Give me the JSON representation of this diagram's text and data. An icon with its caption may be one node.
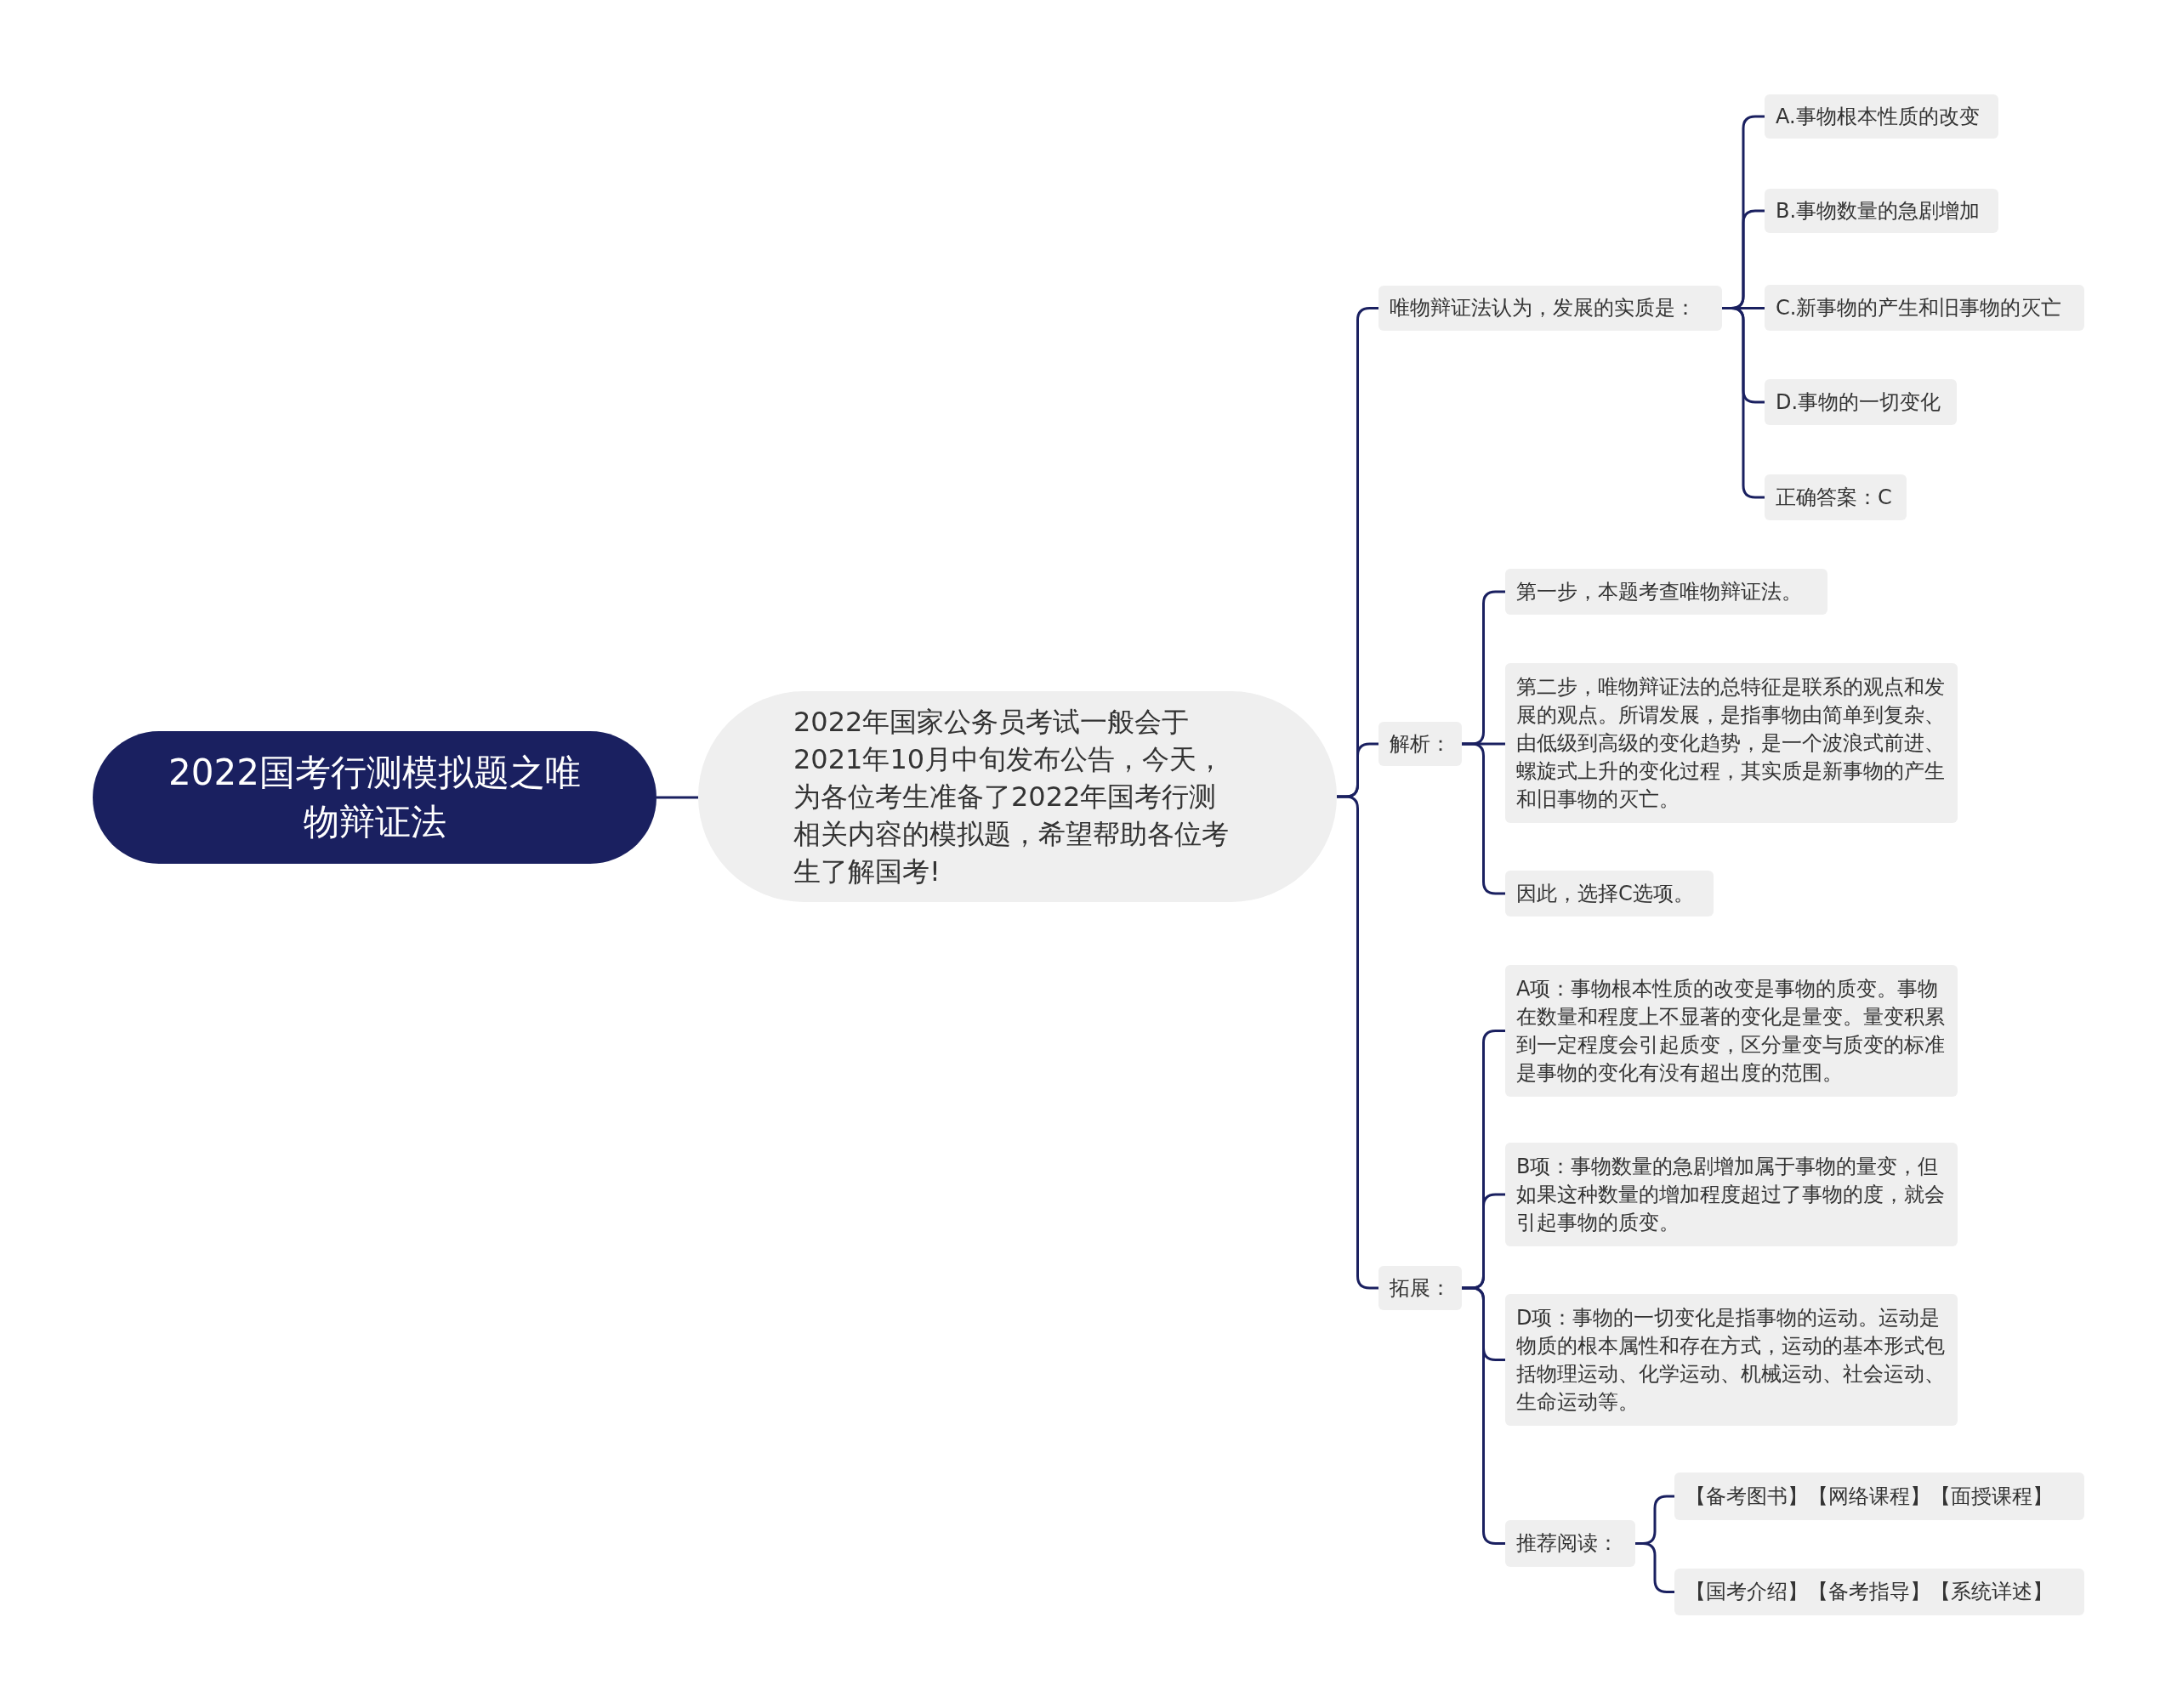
{
  "diagram": {
    "nodes": [
      {
        "text": [
          "2022国考行测模拟题之唯物辩证法"
        ]
      },
      {
        "text": [
          "2022年国家公务员考试一般会于2021年10月中旬发布公告，今天，为各位考生准备了2022年国考行测相关内容的模拟题，希望帮助各位考生了解国考!"
        ]
      },
      {
        "text": [
          "唯物辩证法认为，发展的实质是："
        ]
      },
      {
        "text": [
          "A.事物根本性质的改变"
        ]
      },
      {
        "text": [
          "B.事物数量的急剧增加"
        ]
      },
      {
        "text": [
          "C.新事物的产生和旧事物的灭亡"
        ]
      },
      {
        "text": [
          "D.事物的一切变化"
        ]
      },
      {
        "text": [
          "正确答案：C"
        ]
      },
      {
        "text": [
          "解析："
        ]
      },
      {
        "text": [
          "第一步，本题考查唯物辩证法。"
        ]
      },
      {
        "text": [
          "第二步，唯物辩证法的总特征是联系的观点和发展的观点。所谓发展，是指事物由简单到复杂、由低级到高级的变化趋势，是一个波浪式前进、螺旋式上升的变化过程，其实质是新事物的产生和旧事物的灭亡。"
        ]
      },
      {
        "text": [
          "因此，选择C选项。"
        ]
      },
      {
        "text": [
          "拓展："
        ]
      },
      {
        "text": [
          "A项：事物根本性质的改变是事物的质变。事物在数量和程度上不显著的变化是量变。量变积累到一定程度会引起质变，区分量变与质变的标准是事物的变化有没有超出度的范围。"
        ]
      },
      {
        "text": [
          "B项：事物数量的急剧增加属于事物的量变，但如果这种数量的增加程度超过了事物的度，就会引起事物的质变。"
        ]
      },
      {
        "text": [
          "D项：事物的一切变化是指事物的运动。运动是物质的根本属性和存在方式，运动的基本形式包括物理运动、化学运动、机械运动、社会运动、生命运动等。"
        ]
      },
      {
        "text": [
          "推荐阅读："
        ]
      },
      {
        "text": [
          "【备考图书】【网络课程】【面授课程】"
        ]
      },
      {
        "text": [
          "【国考介绍】【备考指导】【系统详述】"
        ]
      }
    ],
    "edges": [
      {
        "from": 0,
        "to": 1,
        "arrow": "none"
      },
      {
        "from": 1,
        "to": 2,
        "arrow": "none"
      },
      {
        "from": 1,
        "to": 8,
        "arrow": "none"
      },
      {
        "from": 1,
        "to": 12,
        "arrow": "none"
      },
      {
        "from": 2,
        "to": 3,
        "arrow": "none"
      },
      {
        "from": 2,
        "to": 4,
        "arrow": "none"
      },
      {
        "from": 2,
        "to": 5,
        "arrow": "none"
      },
      {
        "from": 2,
        "to": 6,
        "arrow": "none"
      },
      {
        "from": 2,
        "to": 7,
        "arrow": "none"
      },
      {
        "from": 8,
        "to": 9,
        "arrow": "none"
      },
      {
        "from": 8,
        "to": 10,
        "arrow": "none"
      },
      {
        "from": 8,
        "to": 11,
        "arrow": "none"
      },
      {
        "from": 12,
        "to": 13,
        "arrow": "none"
      },
      {
        "from": 12,
        "to": 14,
        "arrow": "none"
      },
      {
        "from": 12,
        "to": 15,
        "arrow": "none"
      },
      {
        "from": 12,
        "to": 16,
        "arrow": "none"
      },
      {
        "from": 16,
        "to": 17,
        "arrow": "none"
      },
      {
        "from": 16,
        "to": 18,
        "arrow": "none"
      }
    ]
  }
}
